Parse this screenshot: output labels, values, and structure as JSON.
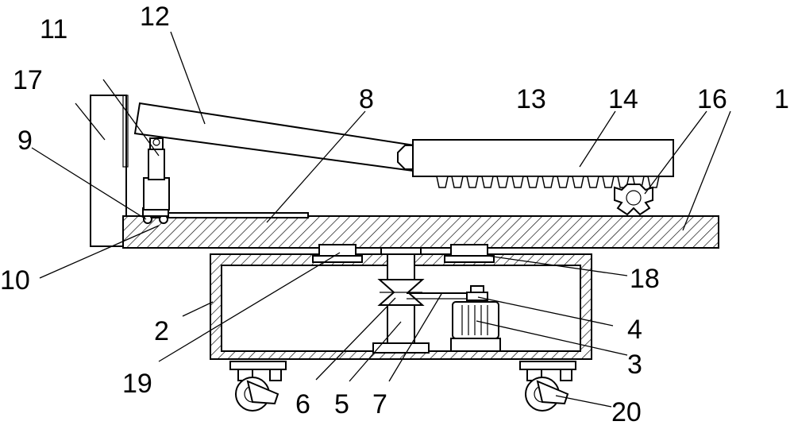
{
  "labels": {
    "n1": "1",
    "n2": "2",
    "n3": "3",
    "n4": "4",
    "n5": "5",
    "n6": "6",
    "n7": "7",
    "n8": "8",
    "n9": "9",
    "n10": "10",
    "n11": "11",
    "n12": "12",
    "n13": "13",
    "n14": "14",
    "n16": "16",
    "n17": "17",
    "n18": "18",
    "n19": "19",
    "n20": "20"
  }
}
